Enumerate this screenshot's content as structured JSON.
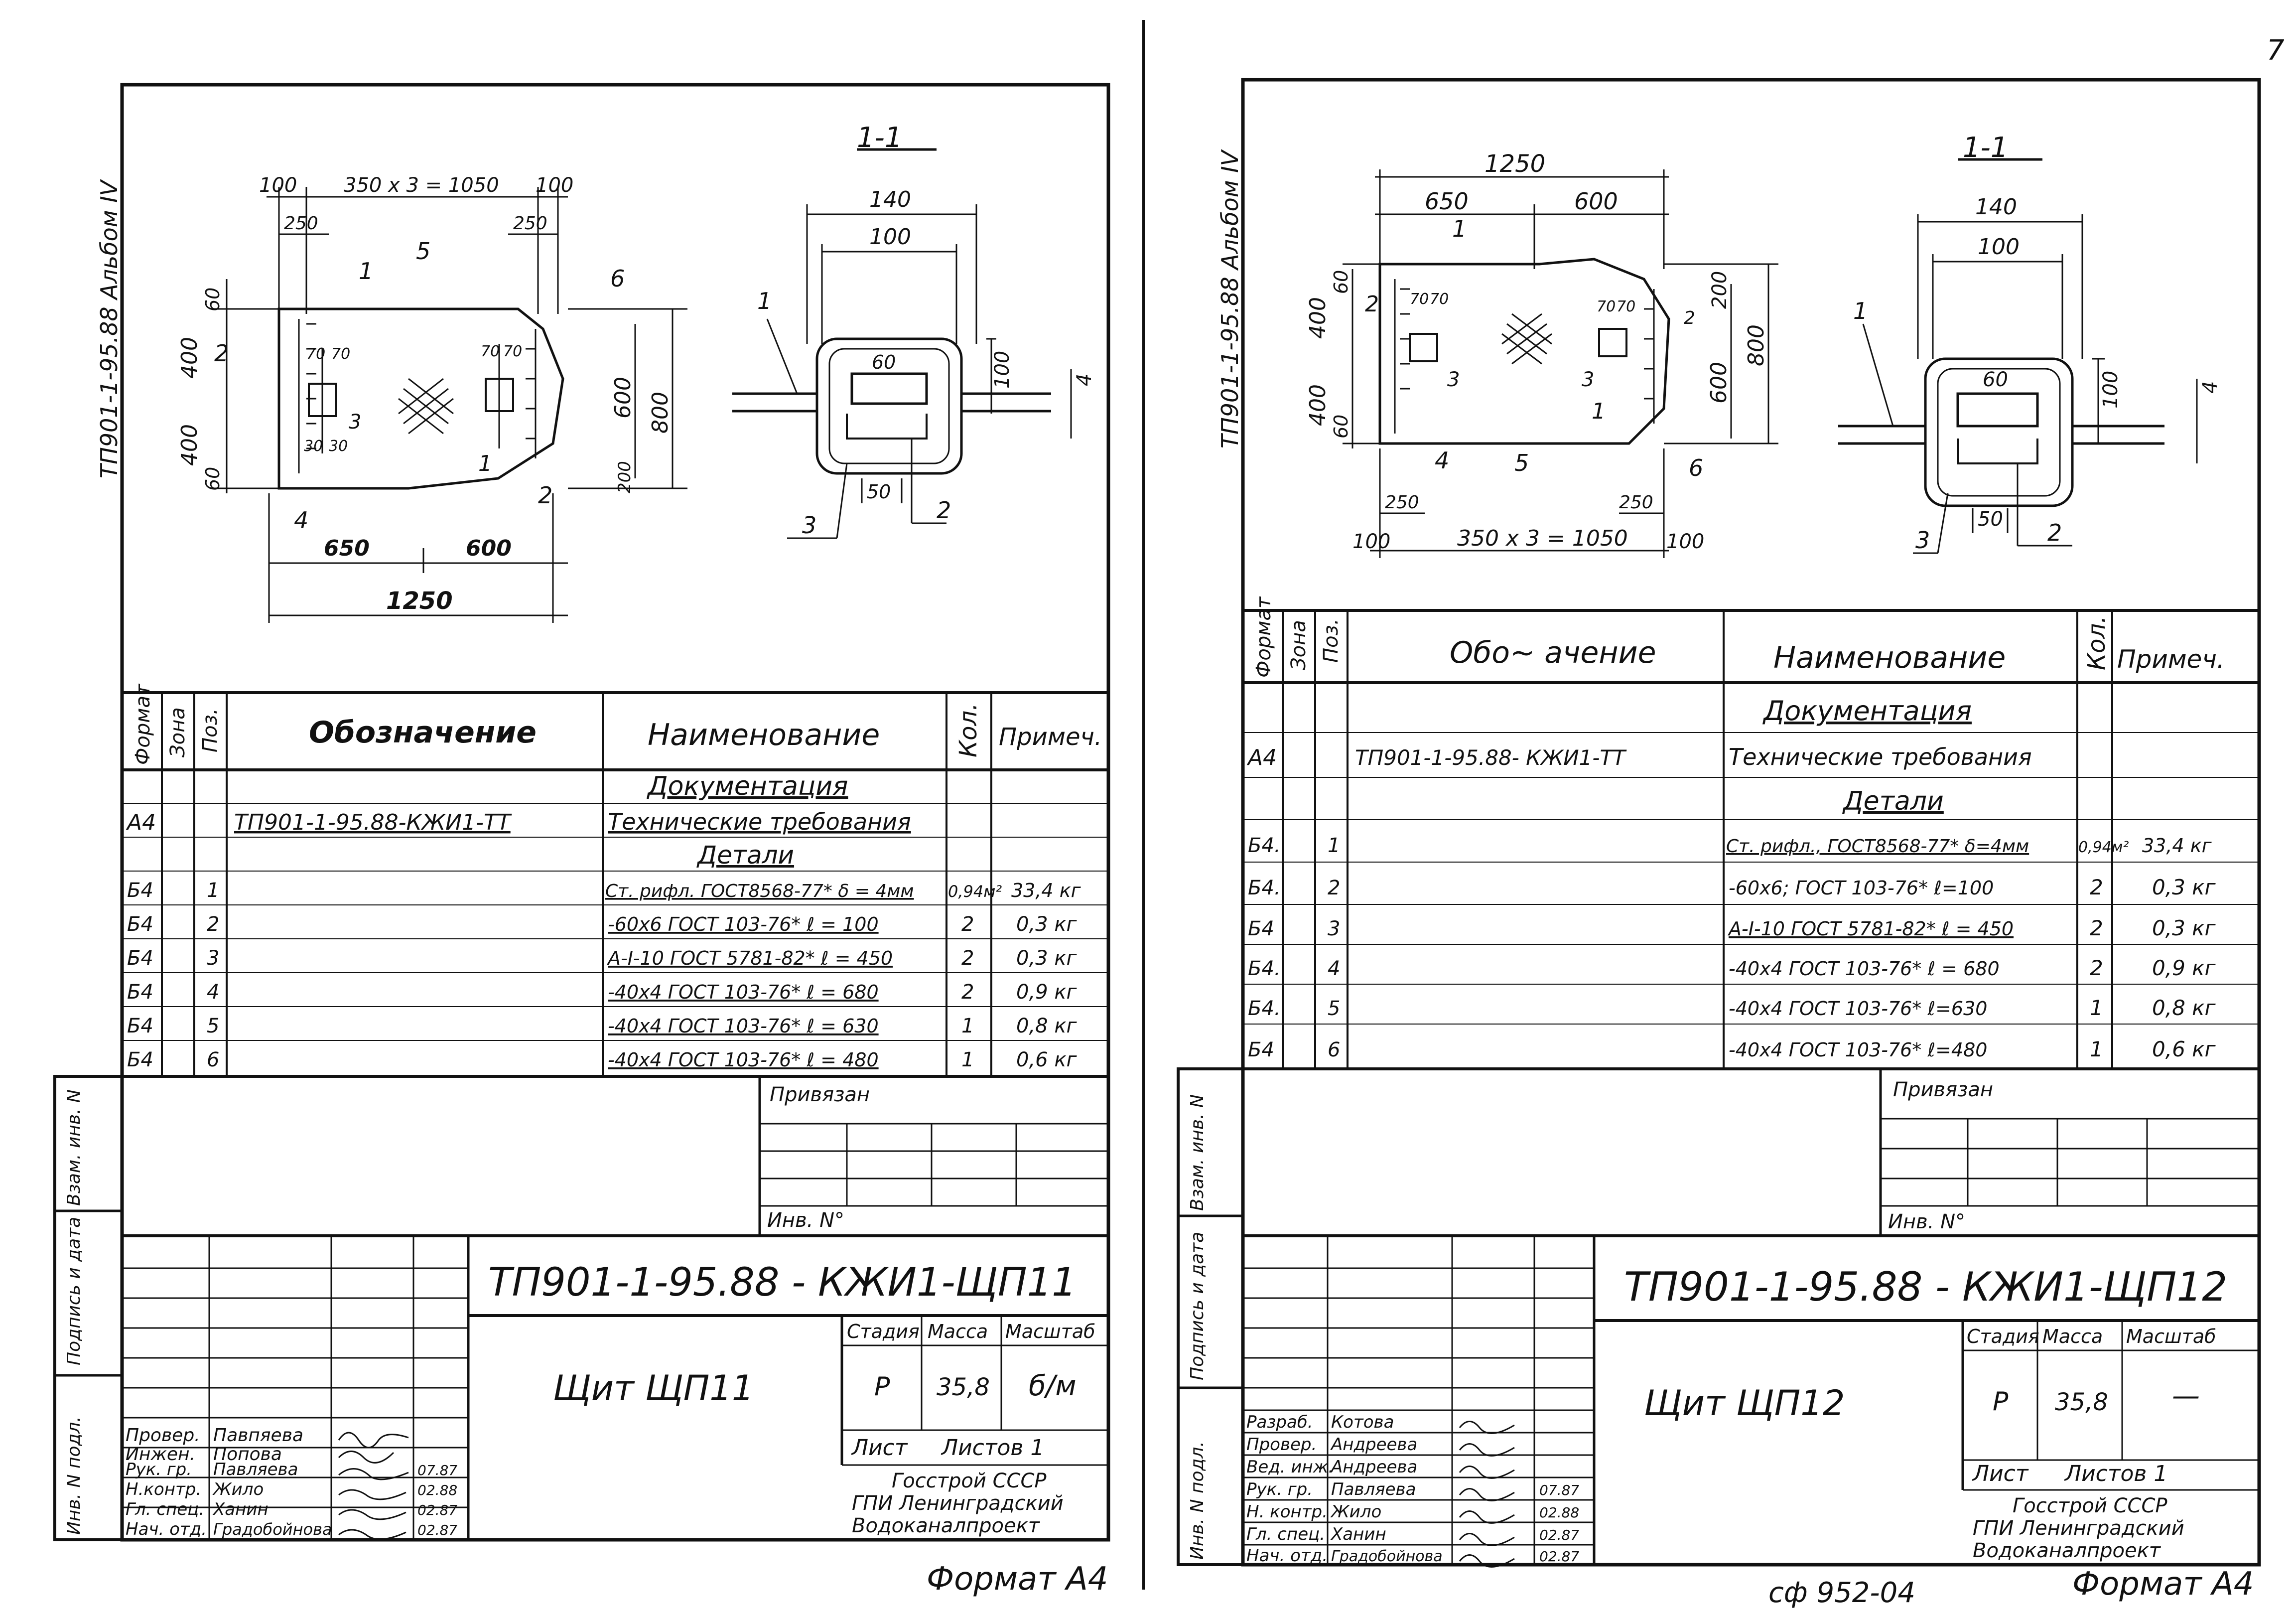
{
  "corner_mark": "7",
  "bottom_code": "сф 952-04",
  "sheets": [
    {
      "album_label": "ТП901-1-95.88 Альбом IV",
      "section_label": "1-1",
      "dims_top": {
        "left": "100",
        "middle": "350 x 3 = 1050",
        "right": "100",
        "sub_left": "250",
        "sub_right": "250"
      },
      "dims_bottom": {
        "a": "650",
        "b": "600",
        "total": "1250"
      },
      "dims_side": {
        "a": "60",
        "b": "400",
        "c": "400",
        "d": "60",
        "e": "600",
        "f": "800",
        "g": "200"
      },
      "section_dims": {
        "outer": "140",
        "inner": "100",
        "box": "60",
        "h": "100",
        "t": "4",
        "base": "50"
      },
      "inner_marks": [
        "70",
        "70",
        "70",
        "70",
        "30",
        "30"
      ],
      "callouts": [
        "1",
        "2",
        "3",
        "4",
        "5",
        "6",
        "1",
        "2",
        "3",
        "2"
      ],
      "spec_headers": [
        "Формат",
        "Зона",
        "Поз.",
        "Обозначение",
        "Наименование",
        "Кол.",
        "Примеч."
      ],
      "spec_rows": [
        {
          "format": "",
          "zone": "",
          "pos": "",
          "designation": "",
          "name": "Документация",
          "qty": "",
          "note": ""
        },
        {
          "format": "А4",
          "zone": "",
          "pos": "",
          "designation": "ТП901-1-95.88-КЖИ1-ТТ",
          "name": "Технические требования",
          "qty": "",
          "note": ""
        },
        {
          "format": "",
          "zone": "",
          "pos": "",
          "designation": "",
          "name": "Детали",
          "qty": "",
          "note": ""
        },
        {
          "format": "Б4",
          "zone": "",
          "pos": "1",
          "designation": "",
          "name": "Ст. рифл. ГОСТ8568-77* δ = 4мм",
          "qty": "0,94м²",
          "note": "33,4 кг"
        },
        {
          "format": "Б4",
          "zone": "",
          "pos": "2",
          "designation": "",
          "name": "-60х6 ГОСТ 103-76* ℓ = 100",
          "qty": "2",
          "note": "0,3 кг"
        },
        {
          "format": "Б4",
          "zone": "",
          "pos": "3",
          "designation": "",
          "name": "А-I-10 ГОСТ 5781-82* ℓ = 450",
          "qty": "2",
          "note": "0,3 кг"
        },
        {
          "format": "Б4",
          "zone": "",
          "pos": "4",
          "designation": "",
          "name": "-40х4 ГОСТ 103-76* ℓ = 680",
          "qty": "2",
          "note": "0,9 кг"
        },
        {
          "format": "Б4",
          "zone": "",
          "pos": "5",
          "designation": "",
          "name": "-40х4 ГОСТ 103-76* ℓ = 630",
          "qty": "1",
          "note": "0,8 кг"
        },
        {
          "format": "Б4",
          "zone": "",
          "pos": "6",
          "designation": "",
          "name": "-40х4 ГОСТ 103-76* ℓ = 480",
          "qty": "1",
          "note": "0,6 кг"
        }
      ],
      "side_stamps": [
        "Взам. инв. N",
        "Подпись и дата",
        "Инв. N подл."
      ],
      "privyazan": "Привязан",
      "inv_label": "Инв. N°",
      "doc_code": "ТП901-1-95.88 - КЖИ1-ЩП11",
      "title": "Щит ЩП11",
      "stamp_headers": [
        "Стадия",
        "Масса",
        "Масштаб"
      ],
      "stamp_values": [
        "Р",
        "35,8",
        "б/м"
      ],
      "sheet_label": "Лист",
      "sheets_label": "Листов 1",
      "org": [
        "Госстрой СССР",
        "ГПИ Ленинградский",
        "Водоканалпроект"
      ],
      "staff": [
        {
          "role": "",
          "name": "",
          "date": ""
        },
        {
          "role": "Провер.",
          "name": "Павпяева",
          "date": ""
        },
        {
          "role": "Инжен.",
          "name": "Попова",
          "date": ""
        },
        {
          "role": "Рук. гр.",
          "name": "Павляева",
          "date": "07.87"
        },
        {
          "role": "Н.контр.",
          "name": "Жило",
          "date": "02.88"
        },
        {
          "role": "Гл. спец.",
          "name": "Ханин",
          "date": "02.87"
        },
        {
          "role": "Нач. отд.",
          "name": "Градобойнова",
          "date": "02.87"
        }
      ],
      "format_label": "Формат А4"
    },
    {
      "album_label": "ТП901-1-95.88 Альбом IV",
      "section_label": "1-1",
      "dims_top": {
        "total": "1250",
        "a": "650",
        "b": "600"
      },
      "dims_bottom": {
        "left": "100",
        "middle": "350 x 3 = 1050",
        "right": "100",
        "sub_left": "250",
        "sub_right": "250"
      },
      "dims_side": {
        "a": "60",
        "b": "400",
        "c": "400",
        "d": "60",
        "e": "600",
        "f": "800",
        "g": "200"
      },
      "section_dims": {
        "outer": "140",
        "inner": "100",
        "box": "60",
        "h": "100",
        "t": "4",
        "base": "50"
      },
      "inner_marks": [
        "70",
        "70",
        "70",
        "70"
      ],
      "callouts": [
        "1",
        "2",
        "3",
        "4",
        "5",
        "6",
        "1",
        "2",
        "3",
        "2"
      ],
      "spec_headers": [
        "Формат",
        "Зона",
        "Поз.",
        "Обо~ ачение",
        "Наименование",
        "Кол.",
        "Примеч."
      ],
      "spec_rows": [
        {
          "format": "",
          "zone": "",
          "pos": "",
          "designation": "",
          "name": "Документация",
          "qty": "",
          "note": ""
        },
        {
          "format": "А4",
          "zone": "",
          "pos": "",
          "designation": "ТП901-1-95.88- КЖИ1-ТТ",
          "name": "Технические требования",
          "qty": "",
          "note": ""
        },
        {
          "format": "",
          "zone": "",
          "pos": "",
          "designation": "",
          "name": "Детали",
          "qty": "",
          "note": ""
        },
        {
          "format": "Б4.",
          "zone": "",
          "pos": "1",
          "designation": "",
          "name": "Ст. рифл., ГОСТ8568-77* δ=4мм",
          "qty": "0,94м²",
          "note": "33,4 кг"
        },
        {
          "format": "Б4.",
          "zone": "",
          "pos": "2",
          "designation": "",
          "name": "-60х6; ГОСТ 103-76* ℓ=100",
          "qty": "2",
          "note": "0,3 кг"
        },
        {
          "format": "Б4",
          "zone": "",
          "pos": "3",
          "designation": "",
          "name": "А-I-10 ГОСТ 5781-82* ℓ = 450",
          "qty": "2",
          "note": "0,3 кг"
        },
        {
          "format": "Б4.",
          "zone": "",
          "pos": "4",
          "designation": "",
          "name": "-40х4 ГОСТ 103-76* ℓ = 680",
          "qty": "2",
          "note": "0,9 кг"
        },
        {
          "format": "Б4.",
          "zone": "",
          "pos": "5",
          "designation": "",
          "name": "-40х4 ГОСТ 103-76* ℓ=630",
          "qty": "1",
          "note": "0,8 кг"
        },
        {
          "format": "Б4",
          "zone": "",
          "pos": "6",
          "designation": "",
          "name": "-40х4 ГОСТ 103-76* ℓ=480",
          "qty": "1",
          "note": "0,6 кг"
        }
      ],
      "side_stamps": [
        "Взам. инв. N",
        "Подпись и дата",
        "Инв. N подл."
      ],
      "privyazan": "Привязан",
      "inv_label": "Инв. N°",
      "doc_code": "ТП901-1-95.88 - КЖИ1-ЩП12",
      "title": "Щит ЩП12",
      "stamp_headers": [
        "Стадия",
        "Масса",
        "Масштаб"
      ],
      "stamp_values": [
        "Р",
        "35,8",
        "—"
      ],
      "sheet_label": "Лист",
      "sheets_label": "Листов 1",
      "org": [
        "Госстрой СССР",
        "ГПИ Ленинградский",
        "Водоканалпроект"
      ],
      "staff": [
        {
          "role": "Разраб.",
          "name": "Котова",
          "date": ""
        },
        {
          "role": "Провер.",
          "name": "Андреева",
          "date": ""
        },
        {
          "role": "Вед. инж.",
          "name": "Андреева",
          "date": ""
        },
        {
          "role": "Рук. гр.",
          "name": "Павляева",
          "date": "07.87"
        },
        {
          "role": "Н. контр.",
          "name": "Жило",
          "date": "02.88"
        },
        {
          "role": "Гл. спец.",
          "name": "Ханин",
          "date": "02.87"
        },
        {
          "role": "Нач. отд.",
          "name": "Градобойнова",
          "date": "02.87"
        }
      ],
      "format_label": "Формат А4"
    }
  ]
}
